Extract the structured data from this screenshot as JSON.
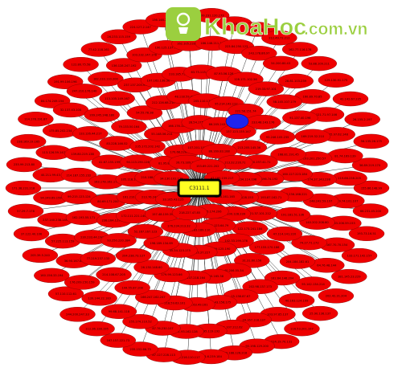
{
  "diagram": {
    "center_label": "C3111.1",
    "node_color": "#ee0000",
    "node_stroke": "#7a0000",
    "center_fill": "#ffff22",
    "center_stroke": "#000000",
    "special_node_color": "#1f24ee",
    "edge_color": "#1a1a1a",
    "node_labels": [
      "155.66.148.99",
      "66.231.45.200",
      "193.73.16.51",
      "133.171.142.157",
      "181.145.23.229",
      "202.42.31.204",
      "25.90.136.137",
      "116.53.201.107",
      "214.19.70.131",
      "90.198.129.200",
      "160.188.126.218",
      "158.6.239.184",
      "139.216.110.117",
      "87.127.228.113",
      "235.152.66.75",
      "167.157.221.73",
      "112.36.128.195",
      "244.200.247.33",
      "57.110.112.61",
      "160.156.33.194",
      "205.39.5.240",
      "37.122.40.106",
      "57.29.7.178",
      "171.38.231.218",
      "235.99.213.80",
      "238.169.19.165",
      "114.178.191.87",
      "84.174.249.154",
      "191.99.106.196",
      "122.80.75.58",
      "77.42.118.161",
      "26.233.115.159",
      "224.127.2.147",
      "136.148.220.18",
      "177.245.211.89",
      "199.231.120.173",
      "222.102.88.131",
      "178.208.155.101",
      "212.49.72.212",
      "162.77.116.178",
      "53.88.109.211",
      "129.130.91.175",
      "42.142.67.235",
      "26.155.2.197",
      "56.135.26.175",
      "36.89.219.170",
      "129.74.101.107",
      "233.206.59.153",
      "167.70.70.154",
      "64.76.48.144",
      "95.142.134.214",
      "40.163.124.199",
      "103.97.85.137",
      "34.167.118.137",
      "51.107.212.62",
      "61.95.119.192",
      "141.93.162.128",
      "87.76.230.107",
      "155.174.110.52",
      "99.68.141.118",
      "139.144.22.183",
      "176.209.150.159",
      "36.90.167.89",
      "57.225.113.159",
      "237.140.238.149",
      "94.249.69.159",
      "40.211.99.43",
      "113.126.59.147",
      "175.85.202.234",
      "32.137.43.100",
      "247.210.176.140",
      "182.233.110.200",
      "136.128.247.192",
      "103.232.147.178",
      "190.125.137.74",
      "162.105.233.195",
      "186.148.211.152",
      "223.84.250.123",
      "243.178.86.97",
      "54.200.80.43",
      "28.81.103.239",
      "160.89.70.85",
      "121.71.97.146",
      "205.97.62.148",
      "81.74.169.139",
      "219.66.238.205",
      "248.242.59.197",
      "140.202.208.60",
      "74.27.71.172",
      "204.184.182.61",
      "162.64.146.204",
      "202.98.137.173",
      "25.138.87.67",
      "173.43.156.175",
      "134.63.49.161",
      "218.59.63.101",
      "166.247.162.247",
      "144.55.87.108",
      "214.108.67.205",
      "77.219.237.133",
      "230.233.44.190",
      "162.193.55.171",
      "99.215.123.124",
      "214.187.155.232",
      "139.80.219.138",
      "133.126.44.217",
      "209.245.248.180",
      "113.105.149.167",
      "237.137.205.94",
      "197.162.138.36",
      "233.185.73.65",
      "63.75.115.191",
      "87.93.56.128",
      "128.171.102.56",
      "219.33.97.101",
      "58.145.107.179",
      "91.137.40.196",
      "169.219.32.210",
      "193.201.250.57",
      "174.37.143.238",
      "33.236.168.221",
      "191.181.51.136",
      "47.114.141.220",
      "177.155.170.186",
      "31.31.60.156",
      "40.206.55.34",
      "67.50.165.38",
      "142.107.218.164",
      "179.99.123.66",
      "26.130.148.60",
      "204.238.73.127",
      "93.250.220.184",
      "238.164.129.116",
      "80.69.171.200",
      "163.178.162.178",
      "41.67.155.199",
      "83.228.146.52",
      "79.133.50.164",
      "54.55.78.38",
      "212.126.68.210",
      "48.118.59.47",
      "205.110.171.147",
      "95.214.142.122",
      "222.58.151.74",
      "233.48.143.176",
      "93.246.105.235",
      "168.81.191.45",
      "160.127.223.184",
      "193.87.162.71",
      "121.37.101.212",
      "122.173.241.184",
      "142.33.199.176",
      "224.69.125.190",
      "229.53.37.227",
      "45.34.123.175",
      "198.189.134.69",
      "52.167.167.123",
      "172.111.221.140",
      "161.210.46.224",
      "105.118.188.168",
      "94.113.190.126",
      "235.172.202.142",
      "55.148.56.214",
      "166.176.136.83",
      "28.54.175.215",
      "66.205.243.35",
      "137.123.135.147",
      "213.205.145.36",
      "230.197.41.71",
      "121.196.74.192",
      "226.138.128.153",
      "193.100.128.239",
      "245.123.64.79",
      "81.183.189.110",
      "176.234.213.32",
      "157.48.159.39",
      "213.76.241.156",
      "210.188.57.125",
      "81.95.86.34",
      "170.68.226.100",
      "107.201.102.106",
      "86.169.83.188",
      "113.32.216.71",
      "125.234.114.198",
      "48.58.161.165",
      "81.75.174.206",
      "218.227.47.85",
      "33.165.43.125",
      "34.130.102.138",
      "26.73.189.231",
      "153.69.221.202",
      "47.180.159.217",
      "221.146.142.173",
      "200.49.138.225",
      "141.235.104.169",
      "29.132.195.53",
      "152.144.204.180",
      "154.49.125.216",
      "168.217.78.152",
      "214.102.45.69"
    ]
  },
  "watermark": {
    "text_main": "KhoaHoc",
    "text_suffix": ".com.vn",
    "color": "#9bcf3f"
  }
}
